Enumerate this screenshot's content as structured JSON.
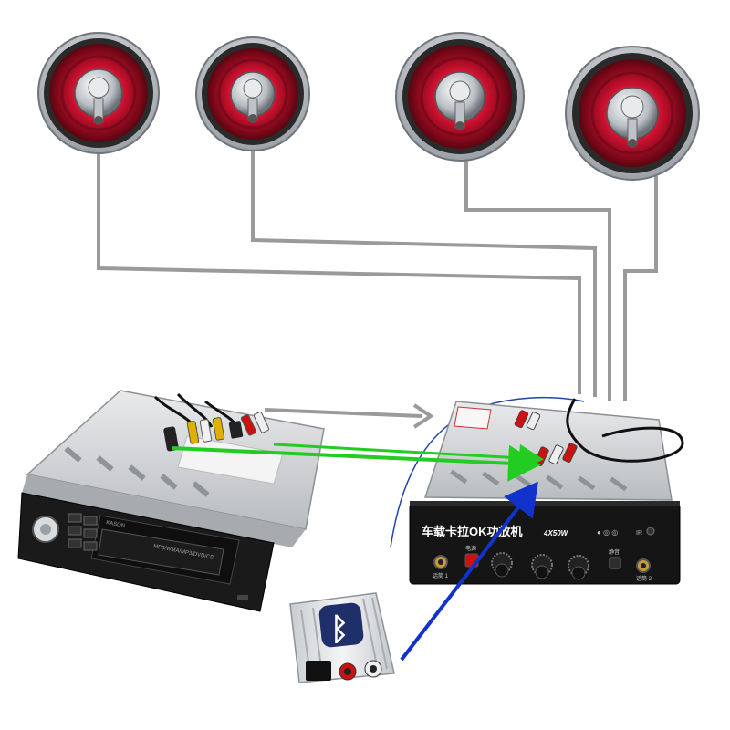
{
  "colors": {
    "wire": "#999999",
    "green_signal": "#22cc22",
    "blue_signal": "#1133cc",
    "speaker_cone": "#c8102e",
    "unit_body": "#1a1a1a",
    "chassis": "#cfd2d4"
  },
  "speakers": [
    {
      "name": "speaker-1"
    },
    {
      "name": "speaker-2"
    },
    {
      "name": "speaker-3"
    },
    {
      "name": "speaker-4"
    }
  ],
  "head_unit": {
    "brand_small": "KASON",
    "model_text": "MP3/WMA/MP3/DVD/CD"
  },
  "amplifier": {
    "title": "车载卡拉OK功放机",
    "power": "4X50W",
    "mic1_label": "话筒 1",
    "mic2_label": "话筒 2",
    "power_label": "电源",
    "mute_label": "静音",
    "status_labels": "● ◎ ◎",
    "ir_label": "IR"
  },
  "bluetooth_module": {
    "icon": "bluetooth-icon"
  }
}
